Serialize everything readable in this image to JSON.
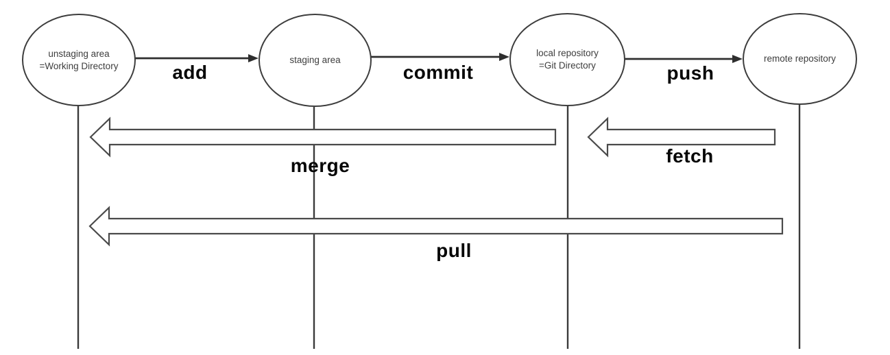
{
  "diagram": {
    "nodes": [
      {
        "id": "working-directory",
        "label": "unstaging area\n=Working Directory"
      },
      {
        "id": "staging-area",
        "label": "staging area"
      },
      {
        "id": "local-repository",
        "label": "local repository\n=Git Directory"
      },
      {
        "id": "remote-repository",
        "label": "remote repository"
      }
    ],
    "labels": {
      "add": "add",
      "commit": "commit",
      "push": "push",
      "merge": "merge",
      "fetch": "fetch",
      "pull": "pull"
    },
    "colors": {
      "node_stroke": "#3d3d3d",
      "line_stroke": "#3a3a3a",
      "hollow_arrow_stroke": "#4a4a4a",
      "label_color": "#060606",
      "background": "#ffffff"
    }
  }
}
